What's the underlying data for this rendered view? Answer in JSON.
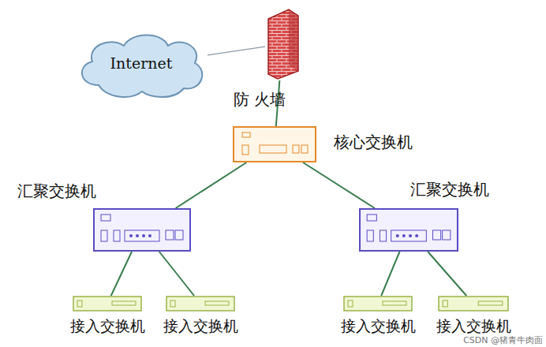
{
  "diagram": {
    "nodes": [
      {
        "text": [
          "Internet"
        ]
      },
      {
        "text": [
          "防 火墙"
        ]
      },
      {
        "text": [
          "核心交换机"
        ]
      },
      {
        "text": [
          "汇聚交换机"
        ]
      },
      {
        "text": [
          "汇聚交换机"
        ]
      },
      {
        "text": [
          "接入交换机"
        ]
      },
      {
        "text": [
          "接入交换机"
        ]
      },
      {
        "text": [
          "接入交换机"
        ]
      },
      {
        "text": [
          "接入交换机"
        ]
      }
    ],
    "edges": [
      {
        "from": 0,
        "to": 1,
        "arrow": "none"
      },
      {
        "from": 1,
        "to": 2,
        "arrow": "none"
      },
      {
        "from": 2,
        "to": 3,
        "arrow": "none"
      },
      {
        "from": 2,
        "to": 4,
        "arrow": "none"
      },
      {
        "from": 3,
        "to": 5,
        "arrow": "none"
      },
      {
        "from": 3,
        "to": 6,
        "arrow": "none"
      },
      {
        "from": 4,
        "to": 7,
        "arrow": "none"
      },
      {
        "from": 4,
        "to": 8,
        "arrow": "none"
      }
    ],
    "labels": [
      "CSDN @猪青牛肉面"
    ]
  }
}
